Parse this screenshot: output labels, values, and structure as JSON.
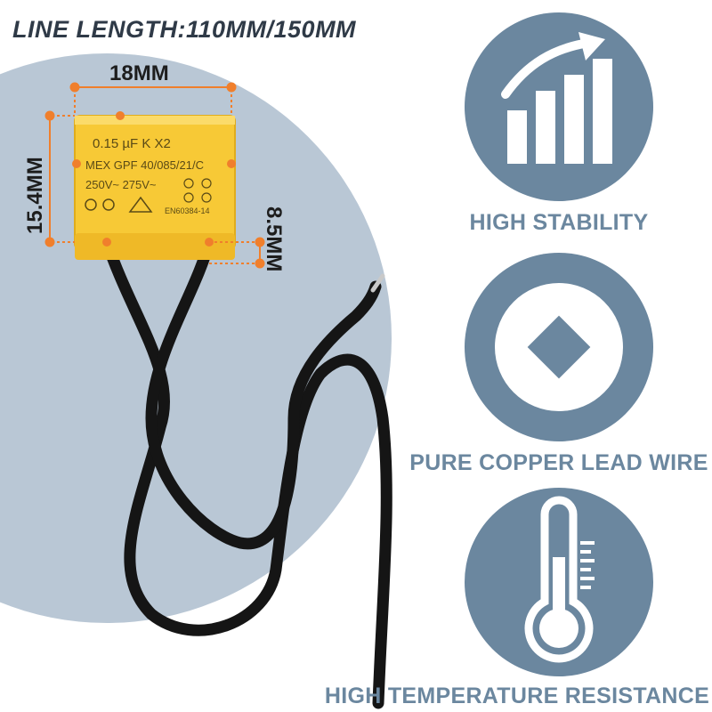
{
  "headline": "LINE LENGTH:110MM/150MM",
  "dimensions": {
    "width": "18MM",
    "height": "15.4MM",
    "pitch": "8.5MM"
  },
  "capacitor_markings": {
    "line1": "0.15 µF K X2",
    "line2": "MEX GPF 40/085/21/C",
    "line3": "250V~ 275V~",
    "standard": "EN60384-14"
  },
  "features": [
    {
      "label": "HIGH STABILITY",
      "icon": "growth-chart-icon"
    },
    {
      "label": "PURE COPPER LEAD WIRE",
      "icon": "diamond-icon"
    },
    {
      "label": "HIGH TEMPERATURE RESISTANCE",
      "icon": "thermometer-icon"
    }
  ],
  "colors": {
    "background_circle": "#b9c7d5",
    "feature_blue": "#6b879f",
    "capacitor_yellow": "#f7c936",
    "dimension_orange": "#f07f2c"
  }
}
